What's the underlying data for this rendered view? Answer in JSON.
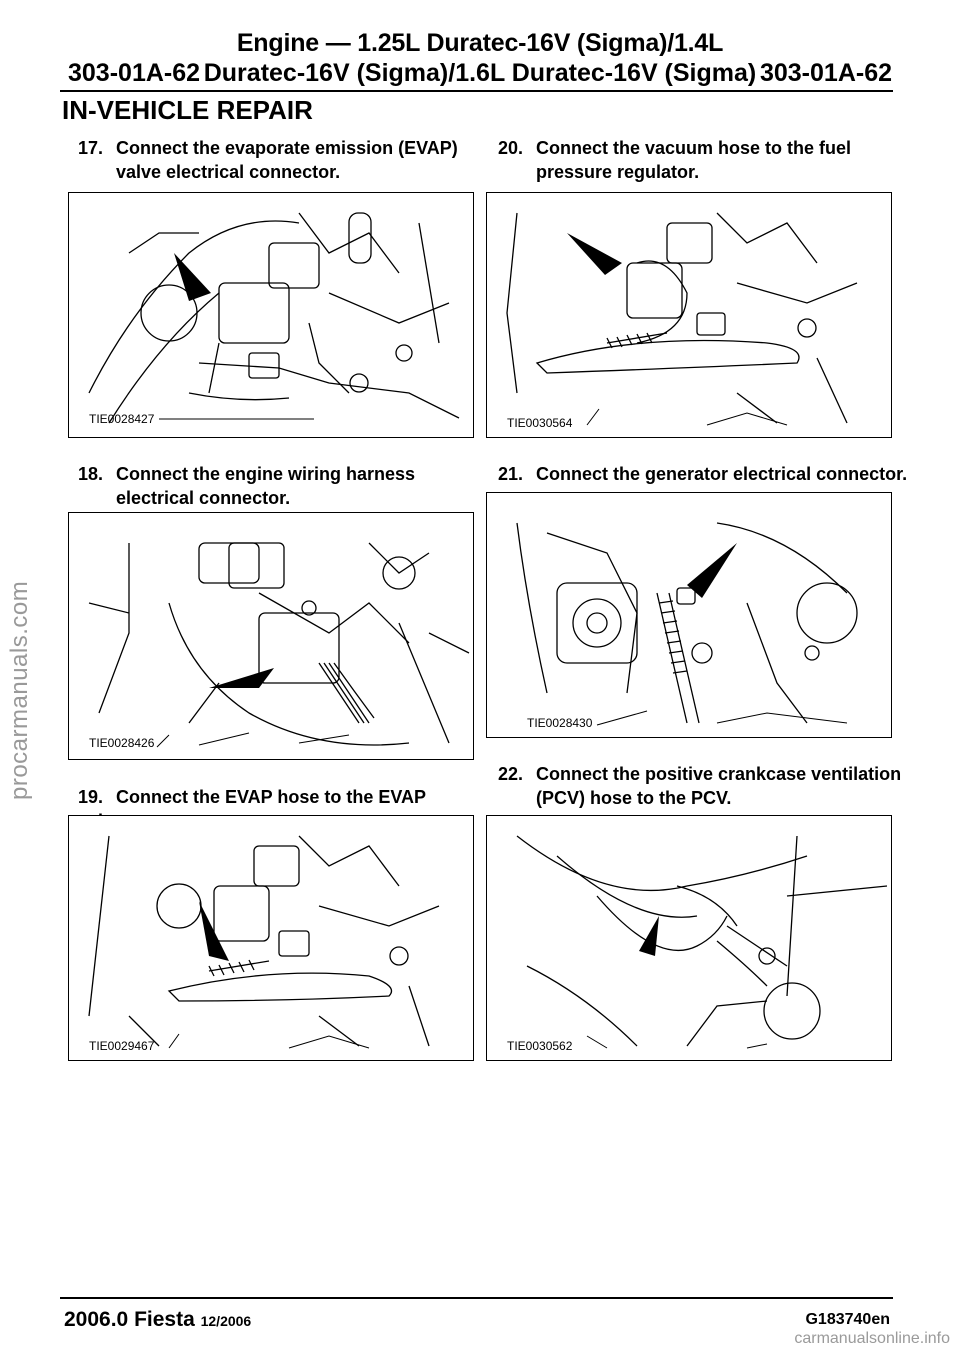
{
  "header": {
    "title_line1": "Engine — 1.25L Duratec-16V (Sigma)/1.4L",
    "page_left": "303-01A-62",
    "title_line2": "Duratec-16V (Sigma)/1.6L Duratec-16V (Sigma)",
    "page_right": "303-01A-62"
  },
  "section": "IN-VEHICLE REPAIR",
  "steps": [
    {
      "num": "17.",
      "line1": "Connect the evaporate emission (EVAP)",
      "line2": "valve electrical connector.",
      "figure_id": "TIE0028427"
    },
    {
      "num": "18.",
      "line1": "Connect the engine wiring harness",
      "line2": "electrical connector.",
      "figure_id": "TIE0028426"
    },
    {
      "num": "19.",
      "line1": "Connect the EVAP hose to the EVAP valve.",
      "line2": "",
      "figure_id": "TIE0029467"
    },
    {
      "num": "20.",
      "line1": "Connect the vacuum hose to the fuel",
      "line2": "pressure regulator.",
      "figure_id": "TIE0030564"
    },
    {
      "num": "21.",
      "line1": "Connect the generator electrical connector.",
      "line2": "",
      "figure_id": "TIE0028430"
    },
    {
      "num": "22.",
      "line1": "Connect the positive crankcase ventilation",
      "line2": "(PCV) hose to the PCV.",
      "figure_id": "TIE0030562"
    }
  ],
  "footer": {
    "model": "2006.0 Fiesta",
    "date": "12/2006",
    "code": "G183740en"
  },
  "watermarks": {
    "side": "procarmanuals.com",
    "bottom": "carmanualsonline.info"
  }
}
